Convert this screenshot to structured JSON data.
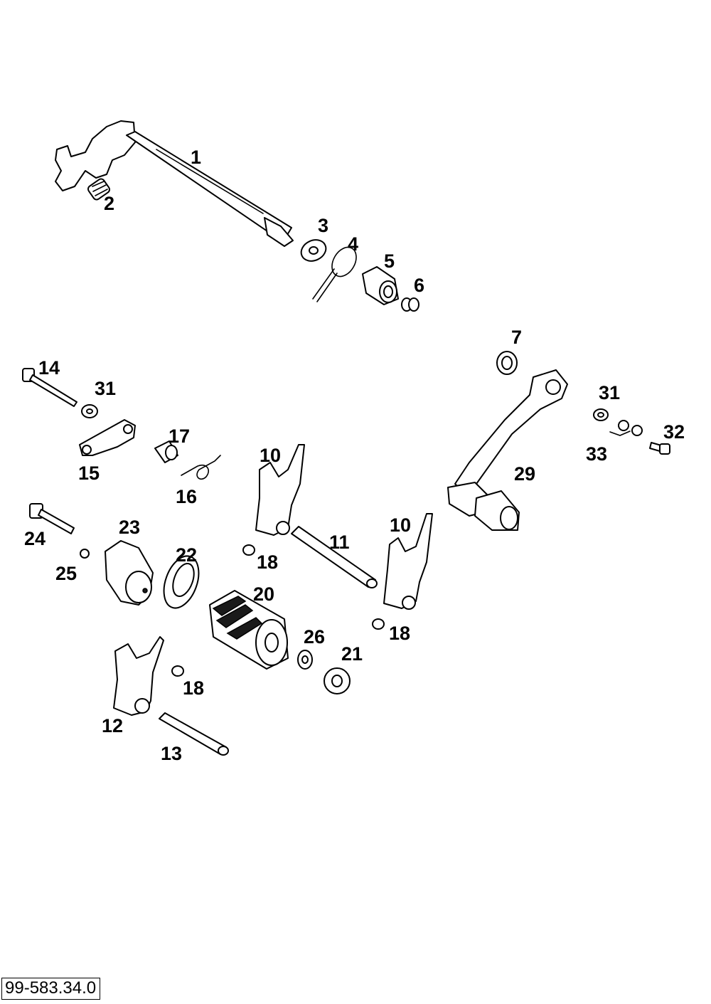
{
  "diagram": {
    "reference_code": "99-583.34.0",
    "callouts": [
      "1",
      "2",
      "3",
      "4",
      "5",
      "6",
      "7",
      "10",
      "10",
      "11",
      "12",
      "13",
      "14",
      "15",
      "16",
      "17",
      "18",
      "18",
      "18",
      "20",
      "21",
      "22",
      "23",
      "24",
      "25",
      "26",
      "29",
      "31",
      "31",
      "32",
      "33"
    ]
  }
}
